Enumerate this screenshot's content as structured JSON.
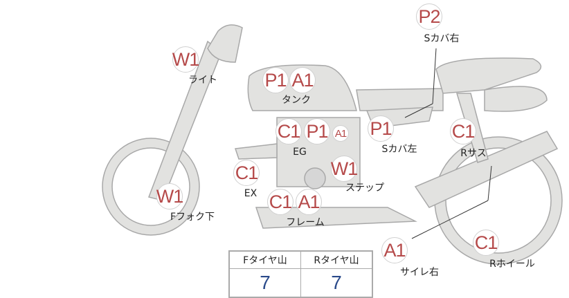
{
  "parts": {
    "light": {
      "label": "ライト",
      "codes": [
        "W1"
      ]
    },
    "tank": {
      "label": "タンク",
      "codes": [
        "P1",
        "A1"
      ]
    },
    "eg": {
      "label": "EG",
      "codes": [
        "C1",
        "P1",
        "A1"
      ]
    },
    "scover_left": {
      "label": "Sカバ左",
      "codes": [
        "P1"
      ]
    },
    "scover_right": {
      "label": "Sカバ右",
      "codes": [
        "P2"
      ]
    },
    "rsus": {
      "label": "Rサス",
      "codes": [
        "C1"
      ]
    },
    "ex": {
      "label": "EX",
      "codes": [
        "C1"
      ]
    },
    "ffork": {
      "label": "Fフォク下",
      "codes": [
        "W1"
      ]
    },
    "step": {
      "label": "ステップ",
      "codes": [
        "W1"
      ]
    },
    "frame": {
      "label": "フレーム",
      "codes": [
        "C1",
        "A1"
      ]
    },
    "silencer_right": {
      "label": "サイレ右",
      "codes": [
        "A1"
      ]
    },
    "rwheel": {
      "label": "Rホイール",
      "codes": [
        "C1"
      ]
    }
  },
  "tire_tread": {
    "headers": [
      "Fタイヤ山",
      "Rタイヤ山"
    ],
    "values": [
      "7",
      "7"
    ]
  },
  "colors": {
    "bike_fill": "#e2e2e0",
    "code_text": "#b54a4a",
    "tread_value": "#2a4a8a"
  }
}
